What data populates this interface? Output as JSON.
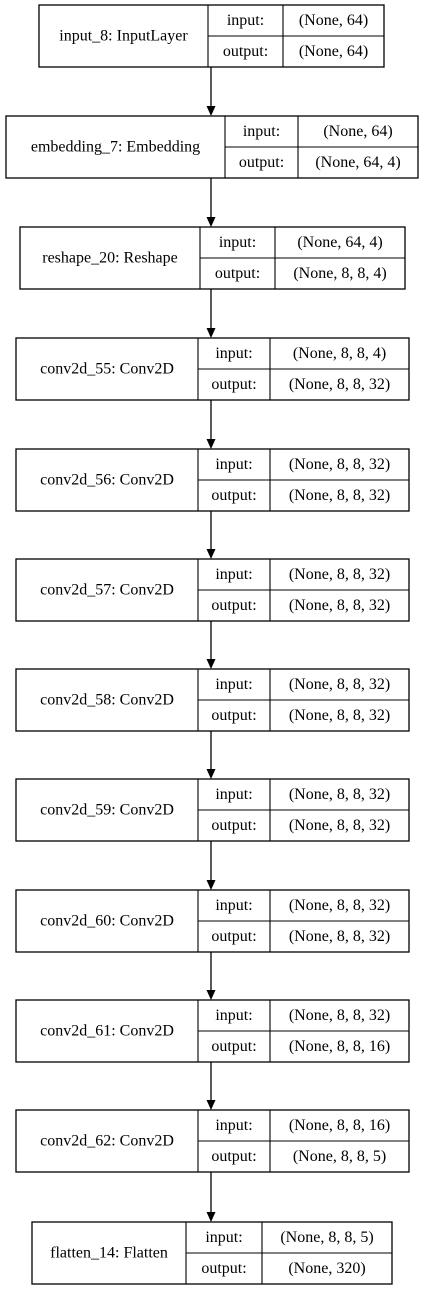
{
  "layers": [
    {
      "name": "input_8: InputLayer",
      "input_label": "input:",
      "output_label": "output:",
      "input_shape": "(None, 64)",
      "output_shape": "(None, 64)"
    },
    {
      "name": "embedding_7: Embedding",
      "input_label": "input:",
      "output_label": "output:",
      "input_shape": "(None, 64)",
      "output_shape": "(None, 64, 4)"
    },
    {
      "name": "reshape_20: Reshape",
      "input_label": "input:",
      "output_label": "output:",
      "input_shape": "(None, 64, 4)",
      "output_shape": "(None, 8, 8, 4)"
    },
    {
      "name": "conv2d_55: Conv2D",
      "input_label": "input:",
      "output_label": "output:",
      "input_shape": "(None, 8, 8, 4)",
      "output_shape": "(None, 8, 8, 32)"
    },
    {
      "name": "conv2d_56: Conv2D",
      "input_label": "input:",
      "output_label": "output:",
      "input_shape": "(None, 8, 8, 32)",
      "output_shape": "(None, 8, 8, 32)"
    },
    {
      "name": "conv2d_57: Conv2D",
      "input_label": "input:",
      "output_label": "output:",
      "input_shape": "(None, 8, 8, 32)",
      "output_shape": "(None, 8, 8, 32)"
    },
    {
      "name": "conv2d_58: Conv2D",
      "input_label": "input:",
      "output_label": "output:",
      "input_shape": "(None, 8, 8, 32)",
      "output_shape": "(None, 8, 8, 32)"
    },
    {
      "name": "conv2d_59: Conv2D",
      "input_label": "input:",
      "output_label": "output:",
      "input_shape": "(None, 8, 8, 32)",
      "output_shape": "(None, 8, 8, 32)"
    },
    {
      "name": "conv2d_60: Conv2D",
      "input_label": "input:",
      "output_label": "output:",
      "input_shape": "(None, 8, 8, 32)",
      "output_shape": "(None, 8, 8, 32)"
    },
    {
      "name": "conv2d_61: Conv2D",
      "input_label": "input:",
      "output_label": "output:",
      "input_shape": "(None, 8, 8, 32)",
      "output_shape": "(None, 8, 8, 16)"
    },
    {
      "name": "conv2d_62: Conv2D",
      "input_label": "input:",
      "output_label": "output:",
      "input_shape": "(None, 8, 8, 16)",
      "output_shape": "(None, 8, 8, 5)"
    },
    {
      "name": "flatten_14: Flatten",
      "input_label": "input:",
      "output_label": "output:",
      "input_shape": "(None, 8, 8, 5)",
      "output_shape": "(None, 320)"
    }
  ]
}
